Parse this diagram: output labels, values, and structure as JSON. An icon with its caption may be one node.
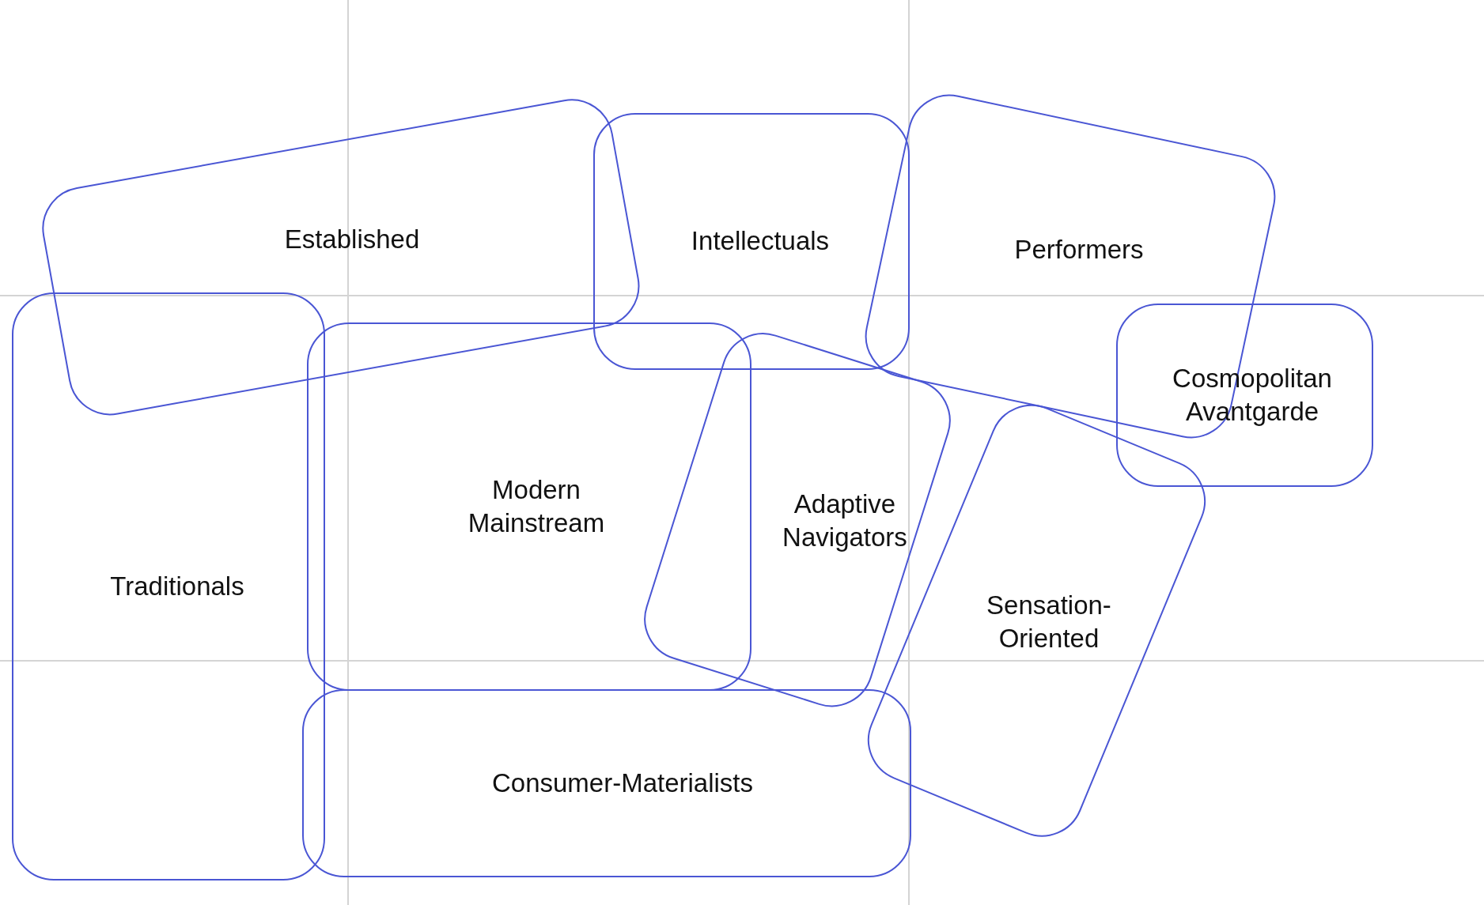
{
  "diagram": {
    "nodes": [
      {
        "text": [
          "Established"
        ]
      },
      {
        "text": [
          "Intellectuals"
        ]
      },
      {
        "text": [
          "Performers"
        ]
      },
      {
        "text": [
          "Cosmopolitan Avantgarde"
        ]
      },
      {
        "text": [
          "Traditionals"
        ]
      },
      {
        "text": [
          "Modern Mainstream"
        ]
      },
      {
        "text": [
          "Adaptive Navigators"
        ]
      },
      {
        "text": [
          "Sensation-Oriented"
        ]
      },
      {
        "text": [
          "Consumer-Materialists"
        ]
      }
    ]
  }
}
